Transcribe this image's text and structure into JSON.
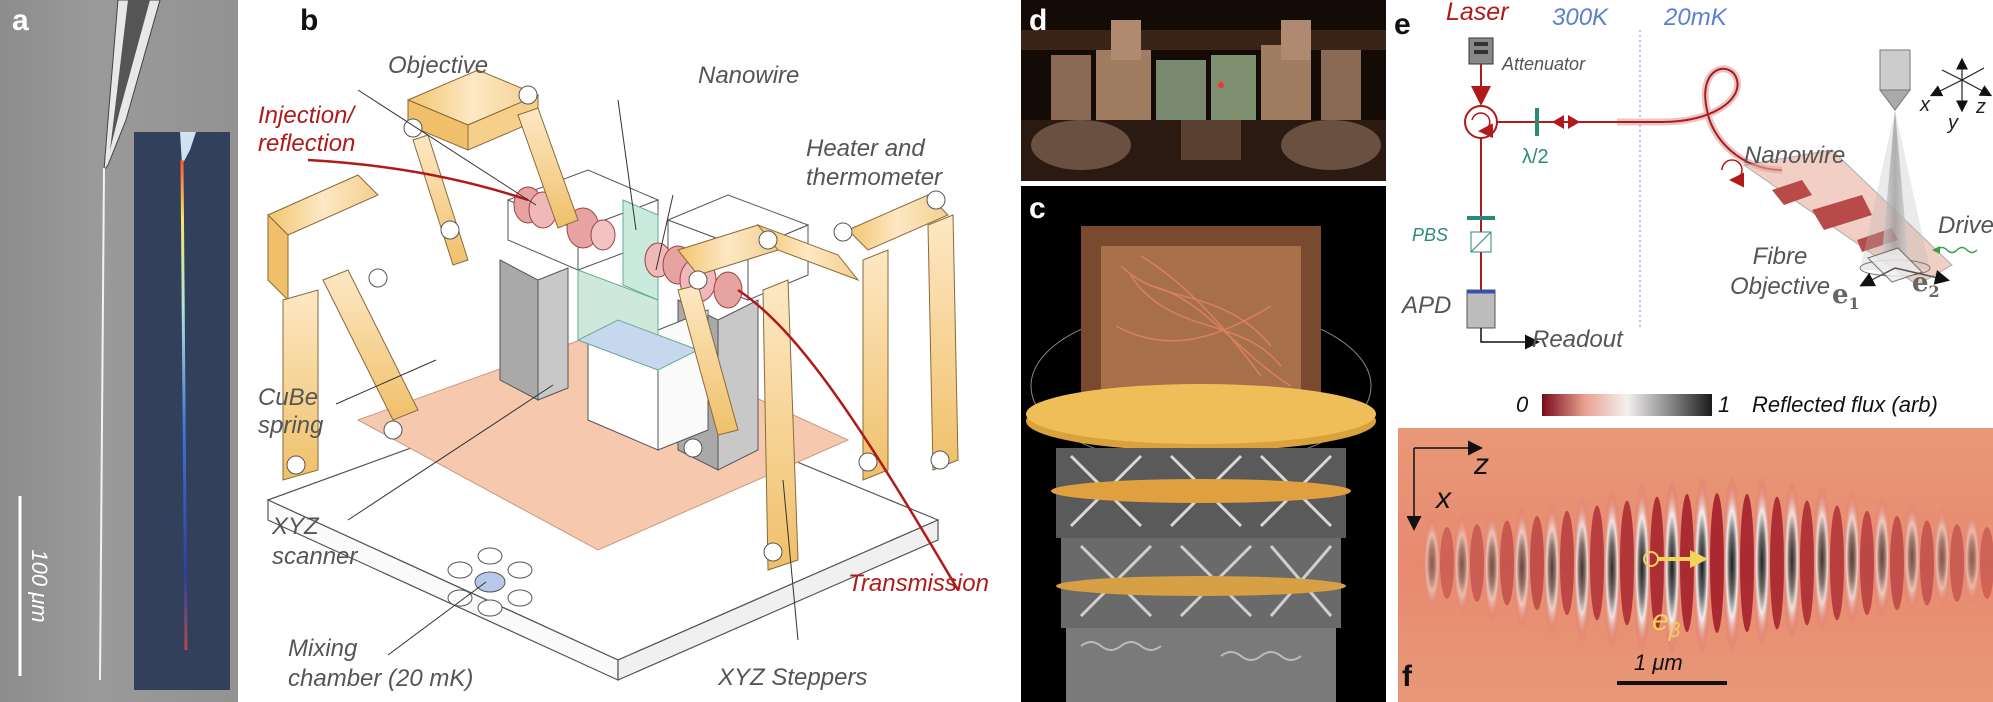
{
  "panels": {
    "a": {
      "label": "a",
      "scale_bar_label": "100 μm"
    },
    "b": {
      "label": "b",
      "labels": {
        "objective": "Objective",
        "nanowire": "Nanowire",
        "injection_line1": "Injection/",
        "injection_line2": "reflection",
        "heater_line1": "Heater and",
        "heater_line2": "thermometer",
        "cube_line1": "CuBe",
        "cube_line2": "spring",
        "xyz_scanner_line1": "XYZ",
        "xyz_scanner_line2": "scanner",
        "transmission": "Transmission",
        "mixing_line1": "Mixing",
        "mixing_line2": "chamber (20 mK)",
        "xyz_steppers": "XYZ Steppers"
      }
    },
    "c": {
      "label": "c"
    },
    "d": {
      "label": "d"
    },
    "e": {
      "label": "e",
      "laser": "Laser",
      "temp_300k": "300K",
      "temp_20mk": "20mK",
      "attenuator": "Attenuator",
      "lambda_half": "λ/2",
      "pbs": "PBS",
      "apd": "APD",
      "readout": "Readout",
      "nanowire": "Nanowire",
      "drive": "Drive",
      "fibre_line1": "Fibre",
      "fibre_line2": "Objective",
      "e1": "e",
      "e1_sub": "1",
      "e2": "e",
      "e2_sub": "2",
      "axis_x": "x",
      "axis_y": "y",
      "axis_z": "z"
    },
    "f": {
      "label": "f",
      "colorbar_min": "0",
      "colorbar_max": "1",
      "colorbar_title": "Reflected flux (arb)",
      "axis_z": "z",
      "axis_x": "x",
      "e_beta": "e",
      "e_beta_sub": "β",
      "scale_bar_label": "1 μm"
    }
  },
  "colors": {
    "label_red": "#b01a1a",
    "label_blue": "#5b7fd1",
    "label_gray": "#555555",
    "teal": "#2a8a78",
    "gold": "#e8b341",
    "copper_pink": "#f4c9b0"
  }
}
